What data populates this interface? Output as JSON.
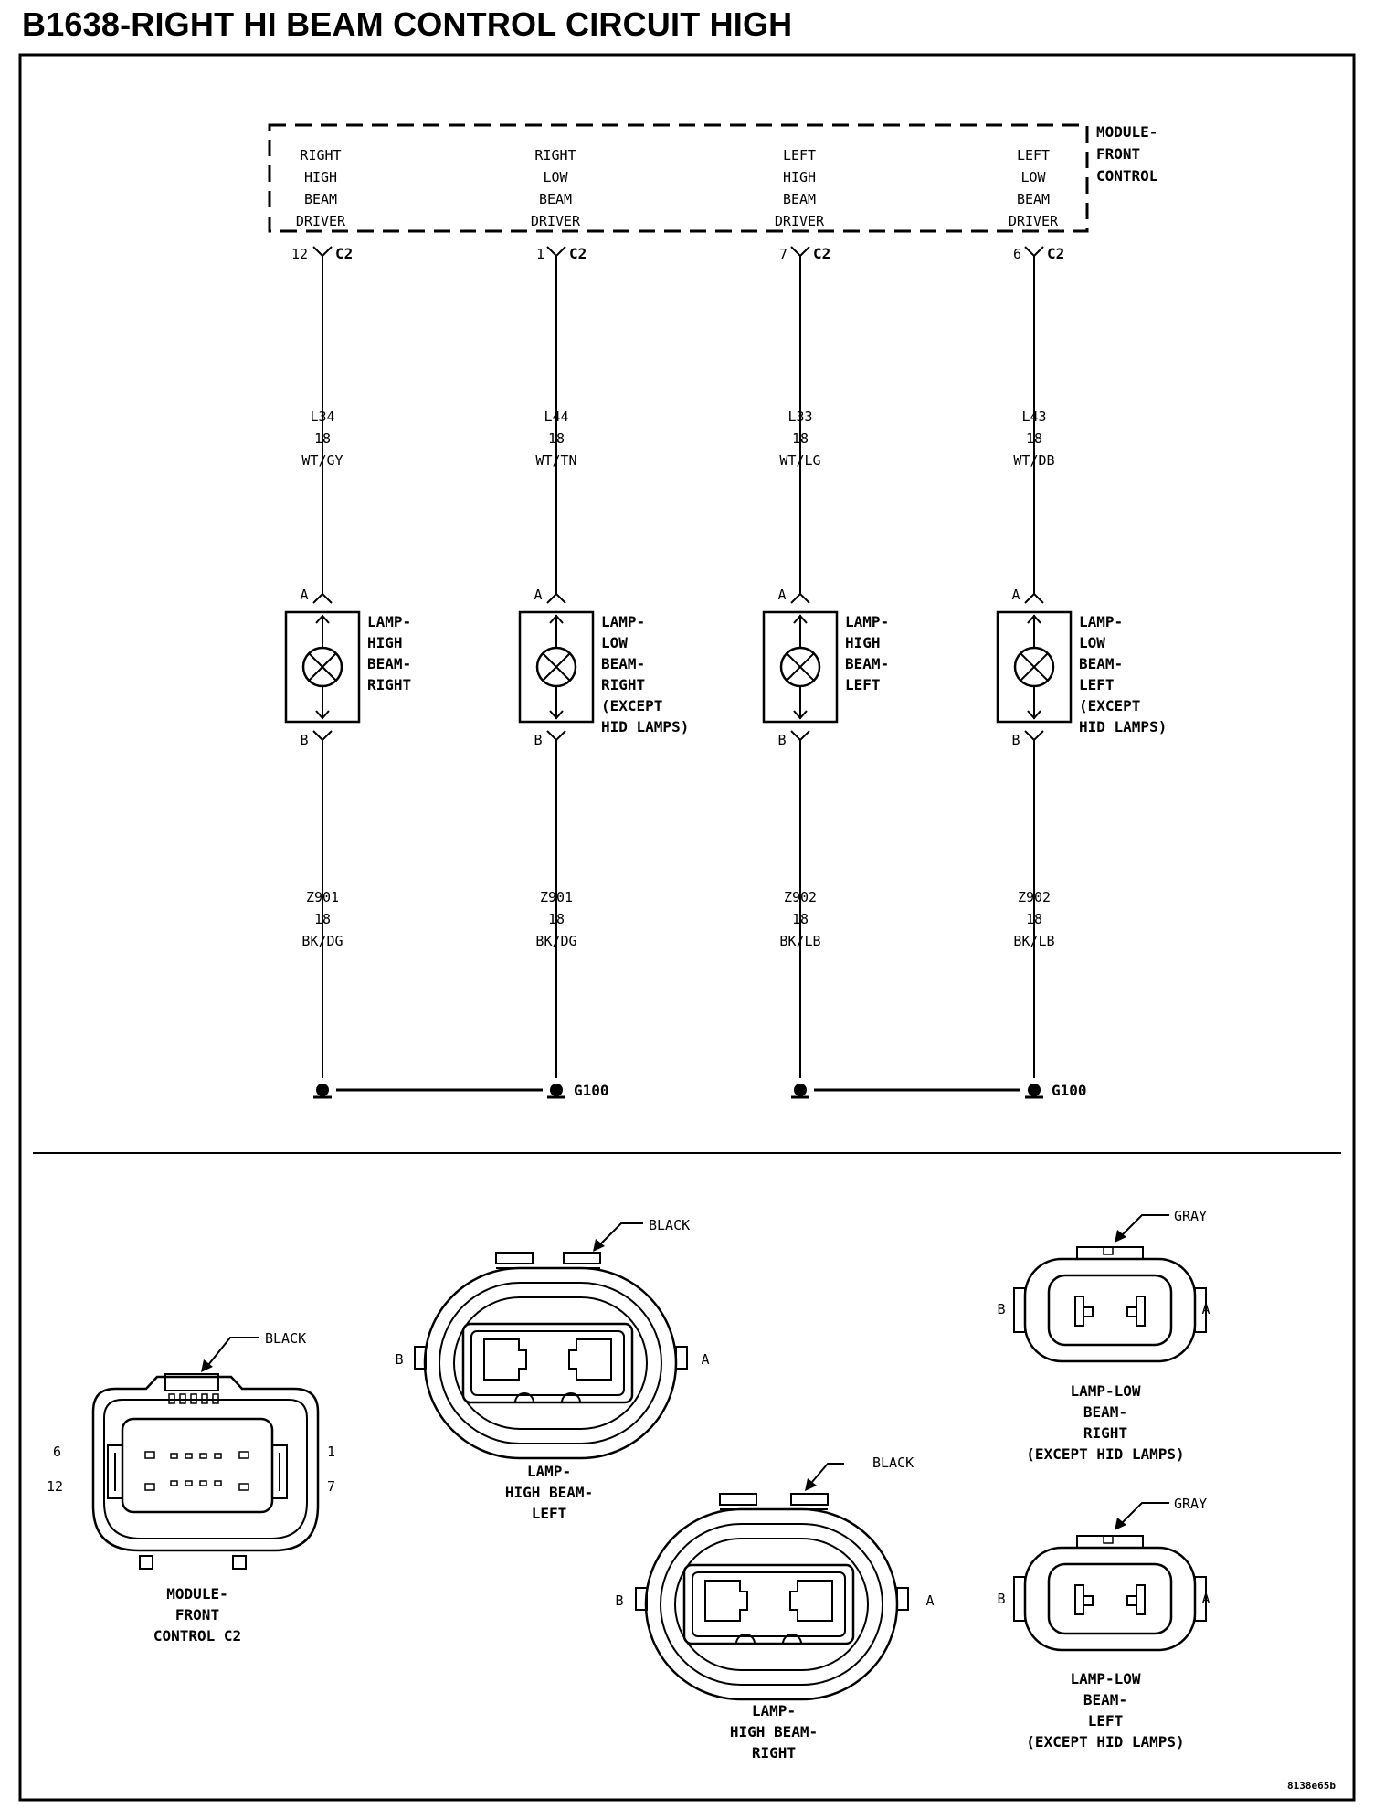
{
  "title": "B1638-RIGHT HI BEAM CONTROL CIRCUIT HIGH",
  "module": {
    "label": [
      "MODULE-",
      "FRONT",
      "CONTROL"
    ],
    "drivers": [
      {
        "lines": [
          "RIGHT",
          "HIGH",
          "BEAM",
          "DRIVER"
        ],
        "pin": "12",
        "connector": "C2"
      },
      {
        "lines": [
          "RIGHT",
          "LOW",
          "BEAM",
          "DRIVER"
        ],
        "pin": "1",
        "connector": "C2"
      },
      {
        "lines": [
          "LEFT",
          "HIGH",
          "BEAM",
          "DRIVER"
        ],
        "pin": "7",
        "connector": "C2"
      },
      {
        "lines": [
          "LEFT",
          "LOW",
          "BEAM",
          "DRIVER"
        ],
        "pin": "6",
        "connector": "C2"
      }
    ]
  },
  "circuits": [
    {
      "upper_wire": [
        "L34",
        "18",
        "WT/GY"
      ],
      "pin_a": "A",
      "pin_b": "B",
      "lamp": [
        "LAMP-",
        "HIGH",
        "BEAM-",
        "RIGHT"
      ],
      "lower_wire": [
        "Z901",
        "18",
        "BK/DG"
      ]
    },
    {
      "upper_wire": [
        "L44",
        "18",
        "WT/TN"
      ],
      "pin_a": "A",
      "pin_b": "B",
      "lamp": [
        "LAMP-",
        "LOW",
        "BEAM-",
        "RIGHT",
        "(EXCEPT",
        "HID LAMPS)"
      ],
      "lower_wire": [
        "Z901",
        "18",
        "BK/DG"
      ]
    },
    {
      "upper_wire": [
        "L33",
        "18",
        "WT/LG"
      ],
      "pin_a": "A",
      "pin_b": "B",
      "lamp": [
        "LAMP-",
        "HIGH",
        "BEAM-",
        "LEFT"
      ],
      "lower_wire": [
        "Z902",
        "18",
        "BK/LB"
      ]
    },
    {
      "upper_wire": [
        "L43",
        "18",
        "WT/DB"
      ],
      "pin_a": "A",
      "pin_b": "B",
      "lamp": [
        "LAMP-",
        "LOW",
        "BEAM-",
        "LEFT",
        "(EXCEPT",
        "HID LAMPS)"
      ],
      "lower_wire": [
        "Z902",
        "18",
        "BK/LB"
      ]
    }
  ],
  "grounds": [
    "G100",
    "G100"
  ],
  "connector_views": {
    "module_c2": {
      "color": "BLACK",
      "pins": [
        "6",
        "12",
        "1",
        "7"
      ],
      "caption": [
        "MODULE-",
        "FRONT",
        "CONTROL C2"
      ]
    },
    "high_beam_left": {
      "color": "BLACK",
      "left_pin": "B",
      "right_pin": "A",
      "caption": [
        "LAMP-",
        "HIGH BEAM-",
        "LEFT"
      ]
    },
    "high_beam_right": {
      "color": "BLACK",
      "left_pin": "B",
      "right_pin": "A",
      "caption": [
        "LAMP-",
        "HIGH BEAM-",
        "RIGHT"
      ]
    },
    "low_beam_right": {
      "color": "GRAY",
      "left_pin": "B",
      "right_pin": "A",
      "caption": [
        "LAMP-LOW",
        "BEAM-",
        "RIGHT",
        "(EXCEPT HID LAMPS)"
      ]
    },
    "low_beam_left": {
      "color": "GRAY",
      "left_pin": "B",
      "right_pin": "A",
      "caption": [
        "LAMP-LOW",
        "BEAM-",
        "LEFT",
        "(EXCEPT HID LAMPS)"
      ]
    }
  },
  "figure_id": "8138e65b"
}
